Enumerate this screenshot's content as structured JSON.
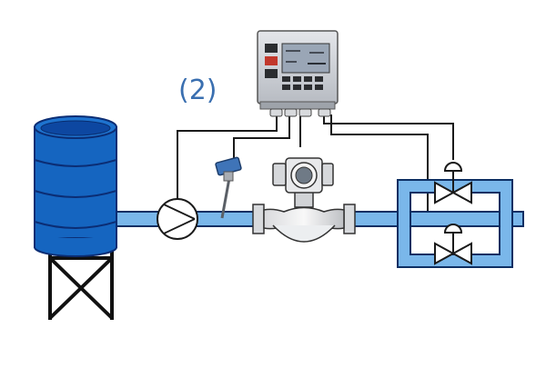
{
  "diagram": {
    "label": "(2)",
    "colors": {
      "pipe_fill": "#7ab7ea",
      "pipe_edge": "#0d2f63",
      "tank_blue": "#1565c0",
      "tank_dark": "#0b2d74",
      "signal_wire": "#1a1a1a",
      "controller_body": "#c9ccd1",
      "controller_screen": "#9aa6b6"
    },
    "components": [
      {
        "name": "storage-tank",
        "type": "tank"
      },
      {
        "name": "tank-stand",
        "type": "support-frame"
      },
      {
        "name": "pump",
        "type": "pump"
      },
      {
        "name": "temperature-probe",
        "type": "sensor"
      },
      {
        "name": "flowmeter",
        "type": "coriolis-flowmeter"
      },
      {
        "name": "controller",
        "type": "batch-controller"
      },
      {
        "name": "valve-upper",
        "type": "control-valve"
      },
      {
        "name": "valve-lower",
        "type": "control-valve"
      }
    ]
  }
}
